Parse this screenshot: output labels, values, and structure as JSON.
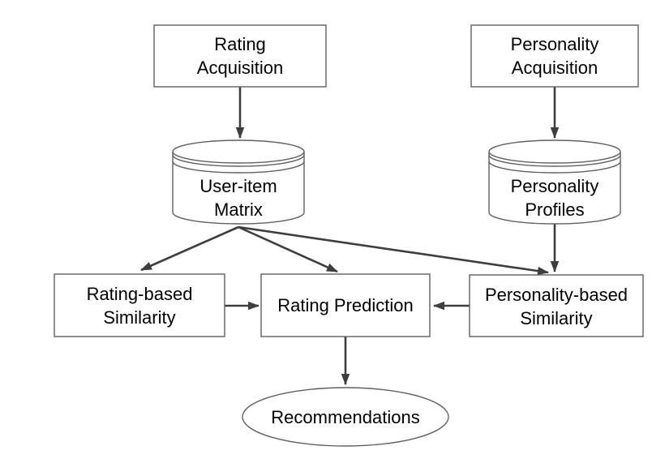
{
  "diagram": {
    "colors": {
      "arrow": "#3e3e3e",
      "node_border": "#606060",
      "node_fill": "#ffffff",
      "text": "#000000",
      "background": "#ffffff"
    },
    "nodes": {
      "rating_acquisition": {
        "shape": "rectangle",
        "line1": "Rating",
        "line2": "Acquisition"
      },
      "personality_acquisition": {
        "shape": "rectangle",
        "line1": "Personality",
        "line2": "Acquisition"
      },
      "user_item_matrix": {
        "shape": "cylinder",
        "line1": "User-item",
        "line2": "Matrix"
      },
      "personality_profiles": {
        "shape": "cylinder",
        "line1": "Personality",
        "line2": "Profiles"
      },
      "rating_based_similarity": {
        "shape": "rectangle",
        "line1": "Rating-based",
        "line2": "Similarity"
      },
      "rating_prediction": {
        "shape": "rectangle",
        "label": "Rating Prediction"
      },
      "personality_based_similarity": {
        "shape": "rectangle",
        "line1": "Personality-based",
        "line2": "Similarity"
      },
      "recommendations": {
        "shape": "ellipse",
        "label": "Recommendations"
      }
    },
    "edges": [
      {
        "from": "rating_acquisition",
        "to": "user_item_matrix"
      },
      {
        "from": "personality_acquisition",
        "to": "personality_profiles"
      },
      {
        "from": "user_item_matrix",
        "to": "rating_based_similarity"
      },
      {
        "from": "user_item_matrix",
        "to": "rating_prediction"
      },
      {
        "from": "user_item_matrix",
        "to": "personality_based_similarity"
      },
      {
        "from": "personality_profiles",
        "to": "personality_based_similarity"
      },
      {
        "from": "rating_based_similarity",
        "to": "rating_prediction"
      },
      {
        "from": "personality_based_similarity",
        "to": "rating_prediction"
      },
      {
        "from": "rating_prediction",
        "to": "recommendations"
      }
    ]
  }
}
